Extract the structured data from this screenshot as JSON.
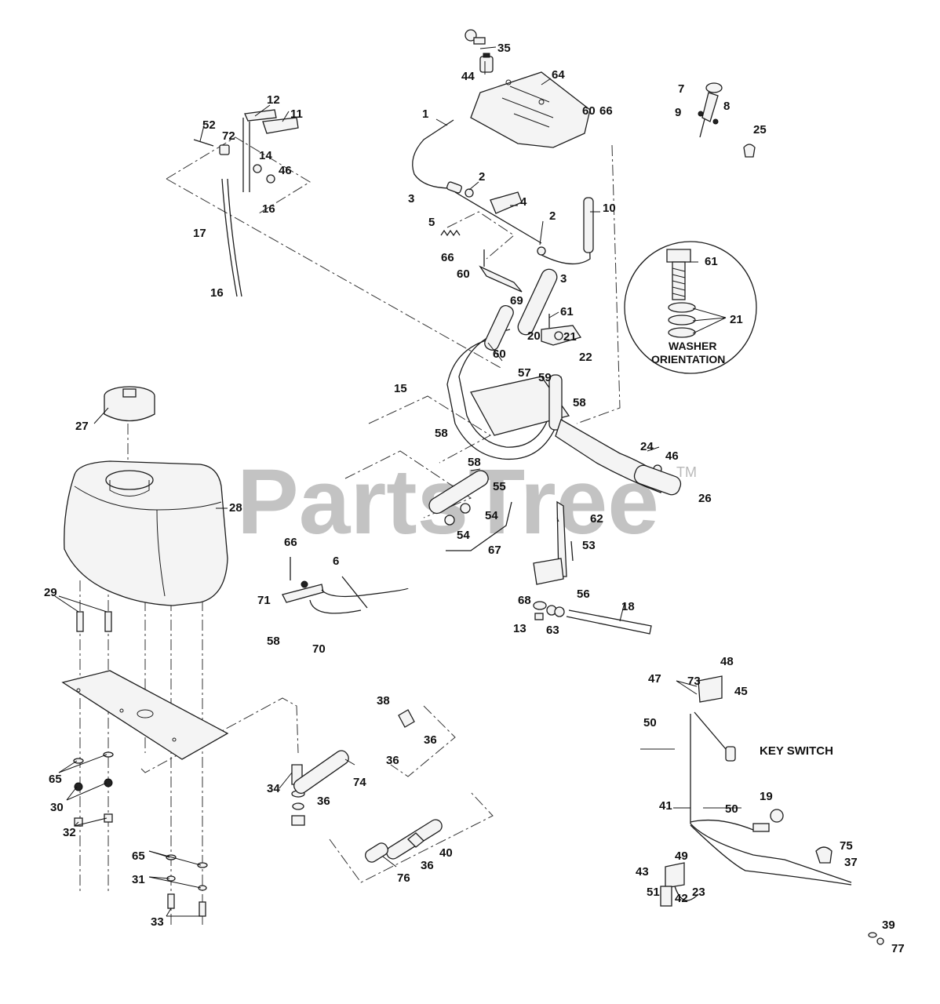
{
  "watermark": {
    "brand": "PartsTree",
    "trademark": "TM"
  },
  "notes": {
    "washer_line1": "WASHER",
    "washer_line2": "ORIENTATION",
    "key_switch": "KEY SWITCH"
  },
  "callouts": [
    "35",
    "44",
    "64",
    "60",
    "66",
    "7",
    "8",
    "9",
    "25",
    "12",
    "11",
    "52",
    "72",
    "14",
    "46",
    "16",
    "17",
    "16",
    "1",
    "2",
    "3",
    "4",
    "2",
    "10",
    "5",
    "66",
    "60",
    "3",
    "69",
    "61",
    "21",
    "WASHER",
    "61",
    "20",
    "60",
    "57",
    "22",
    "59",
    "58",
    "15",
    "58",
    "58",
    "24",
    "46",
    "55",
    "54",
    "54",
    "26",
    "67",
    "62",
    "53",
    "27",
    "28",
    "66",
    "6",
    "71",
    "58",
    "70",
    "68",
    "13",
    "63",
    "56",
    "18",
    "29",
    "73",
    "48",
    "47",
    "45",
    "50",
    "65",
    "30",
    "32",
    "38",
    "36",
    "36",
    "74",
    "34",
    "36",
    "41",
    "50",
    "19",
    "40",
    "36",
    "76",
    "75",
    "43",
    "49",
    "37",
    "51",
    "42",
    "23",
    "65",
    "31",
    "33",
    "39",
    "77"
  ]
}
